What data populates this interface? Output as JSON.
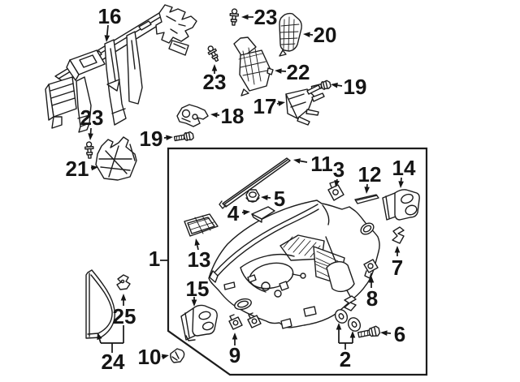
{
  "style": {
    "background": "#ffffff",
    "line_color": "#1c1c1c",
    "label_color": "#151515"
  },
  "callouts": {
    "1": "1",
    "2": "2",
    "3": "3",
    "4": "4",
    "5": "5",
    "6": "6",
    "7": "7",
    "8": "8",
    "9": "9",
    "10": "10",
    "11": "11",
    "12": "12",
    "13": "13",
    "14": "14",
    "15": "15",
    "16": "16",
    "17": "17",
    "18": "18",
    "19": "19",
    "20": "20",
    "21": "21",
    "22": "22",
    "23": "23",
    "24": "24",
    "25": "25"
  }
}
